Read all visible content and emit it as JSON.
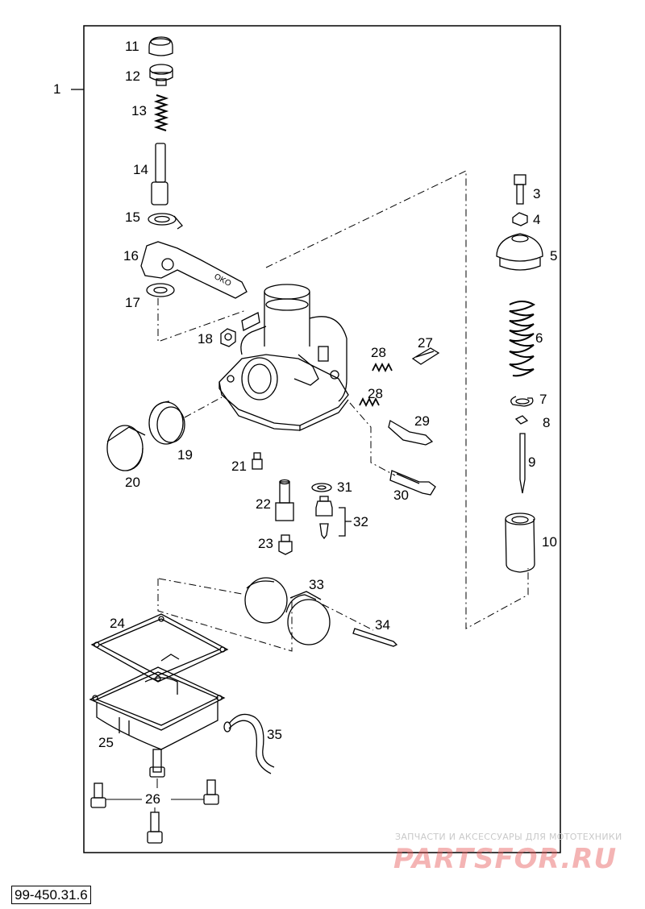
{
  "diagram": {
    "reference_number": "99-450.31.6",
    "callouts": [
      "1",
      "3",
      "4",
      "5",
      "6",
      "7",
      "8",
      "9",
      "10",
      "11",
      "12",
      "13",
      "14",
      "15",
      "16",
      "17",
      "18",
      "19",
      "20",
      "21",
      "22",
      "23",
      "24",
      "25",
      "26",
      "27",
      "28",
      "28",
      "29",
      "30",
      "31",
      "32",
      "33",
      "34",
      "35"
    ]
  },
  "watermark": {
    "tagline": "ЗАПЧАСТИ И АКСЕССУАРЫ ДЛЯ МОТОТЕХНИКИ",
    "logo_text": "PARTSFOR.RU",
    "color": "#e85a5a"
  }
}
